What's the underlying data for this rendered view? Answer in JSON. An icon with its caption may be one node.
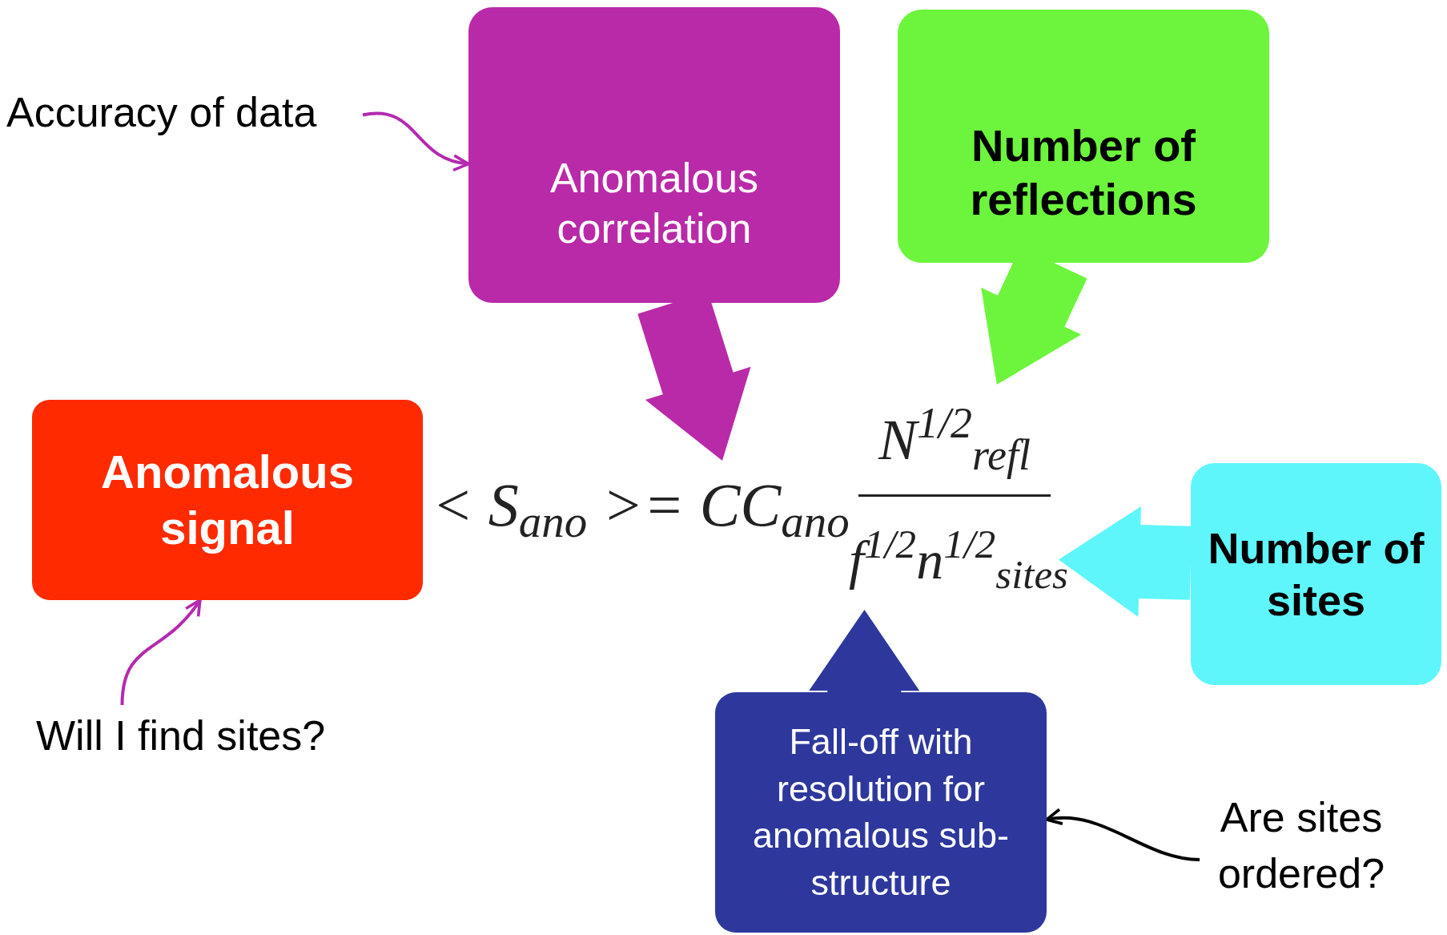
{
  "diagram": {
    "nodes": [
      {
        "text": [
          "Accuracy of data"
        ]
      },
      {
        "text": [
          "Anomalous correlation"
        ]
      },
      {
        "text": [
          "Number of reflections"
        ]
      },
      {
        "text": [
          "Anomalous signal"
        ]
      },
      {
        "text": [
          "< S$_{ano}$ >= CC$_{ano}$"
        ]
      },
      {
        "text": [
          "N$^{1/2}$$_{refl}$"
        ]
      },
      {
        "text": [
          "f$^{1/2}$n$^{1/2}$$_{sites}$"
        ]
      },
      {
        "text": [
          "Number of sites"
        ]
      },
      {
        "text": [
          "Will I find sites?"
        ]
      },
      {
        "text": [
          "Fall-off with resolution for anomalous sub-structure"
        ]
      },
      {
        "text": [
          "Are sites ordered?"
        ]
      }
    ],
    "edges": [
      {
        "from": 0,
        "to": 1,
        "arrow": "to",
        "color": "#b52ab0"
      },
      {
        "from": 1,
        "to": 4,
        "arrow": "to",
        "style": "thick",
        "color": "#b92aa8"
      },
      {
        "from": 2,
        "to": 5,
        "arrow": "to",
        "style": "thick",
        "color": "#6cf53c"
      },
      {
        "from": 7,
        "to": 6,
        "arrow": "to",
        "style": "thick",
        "color": "#5ef6fb"
      },
      {
        "from": 9,
        "to": 6,
        "arrow": "to",
        "style": "thick",
        "color": "#2e389c"
      },
      {
        "from": 8,
        "to": 3,
        "arrow": "to",
        "color": "#b52ab0"
      },
      {
        "from": 10,
        "to": 9,
        "arrow": "to",
        "color": "#000000"
      }
    ]
  }
}
